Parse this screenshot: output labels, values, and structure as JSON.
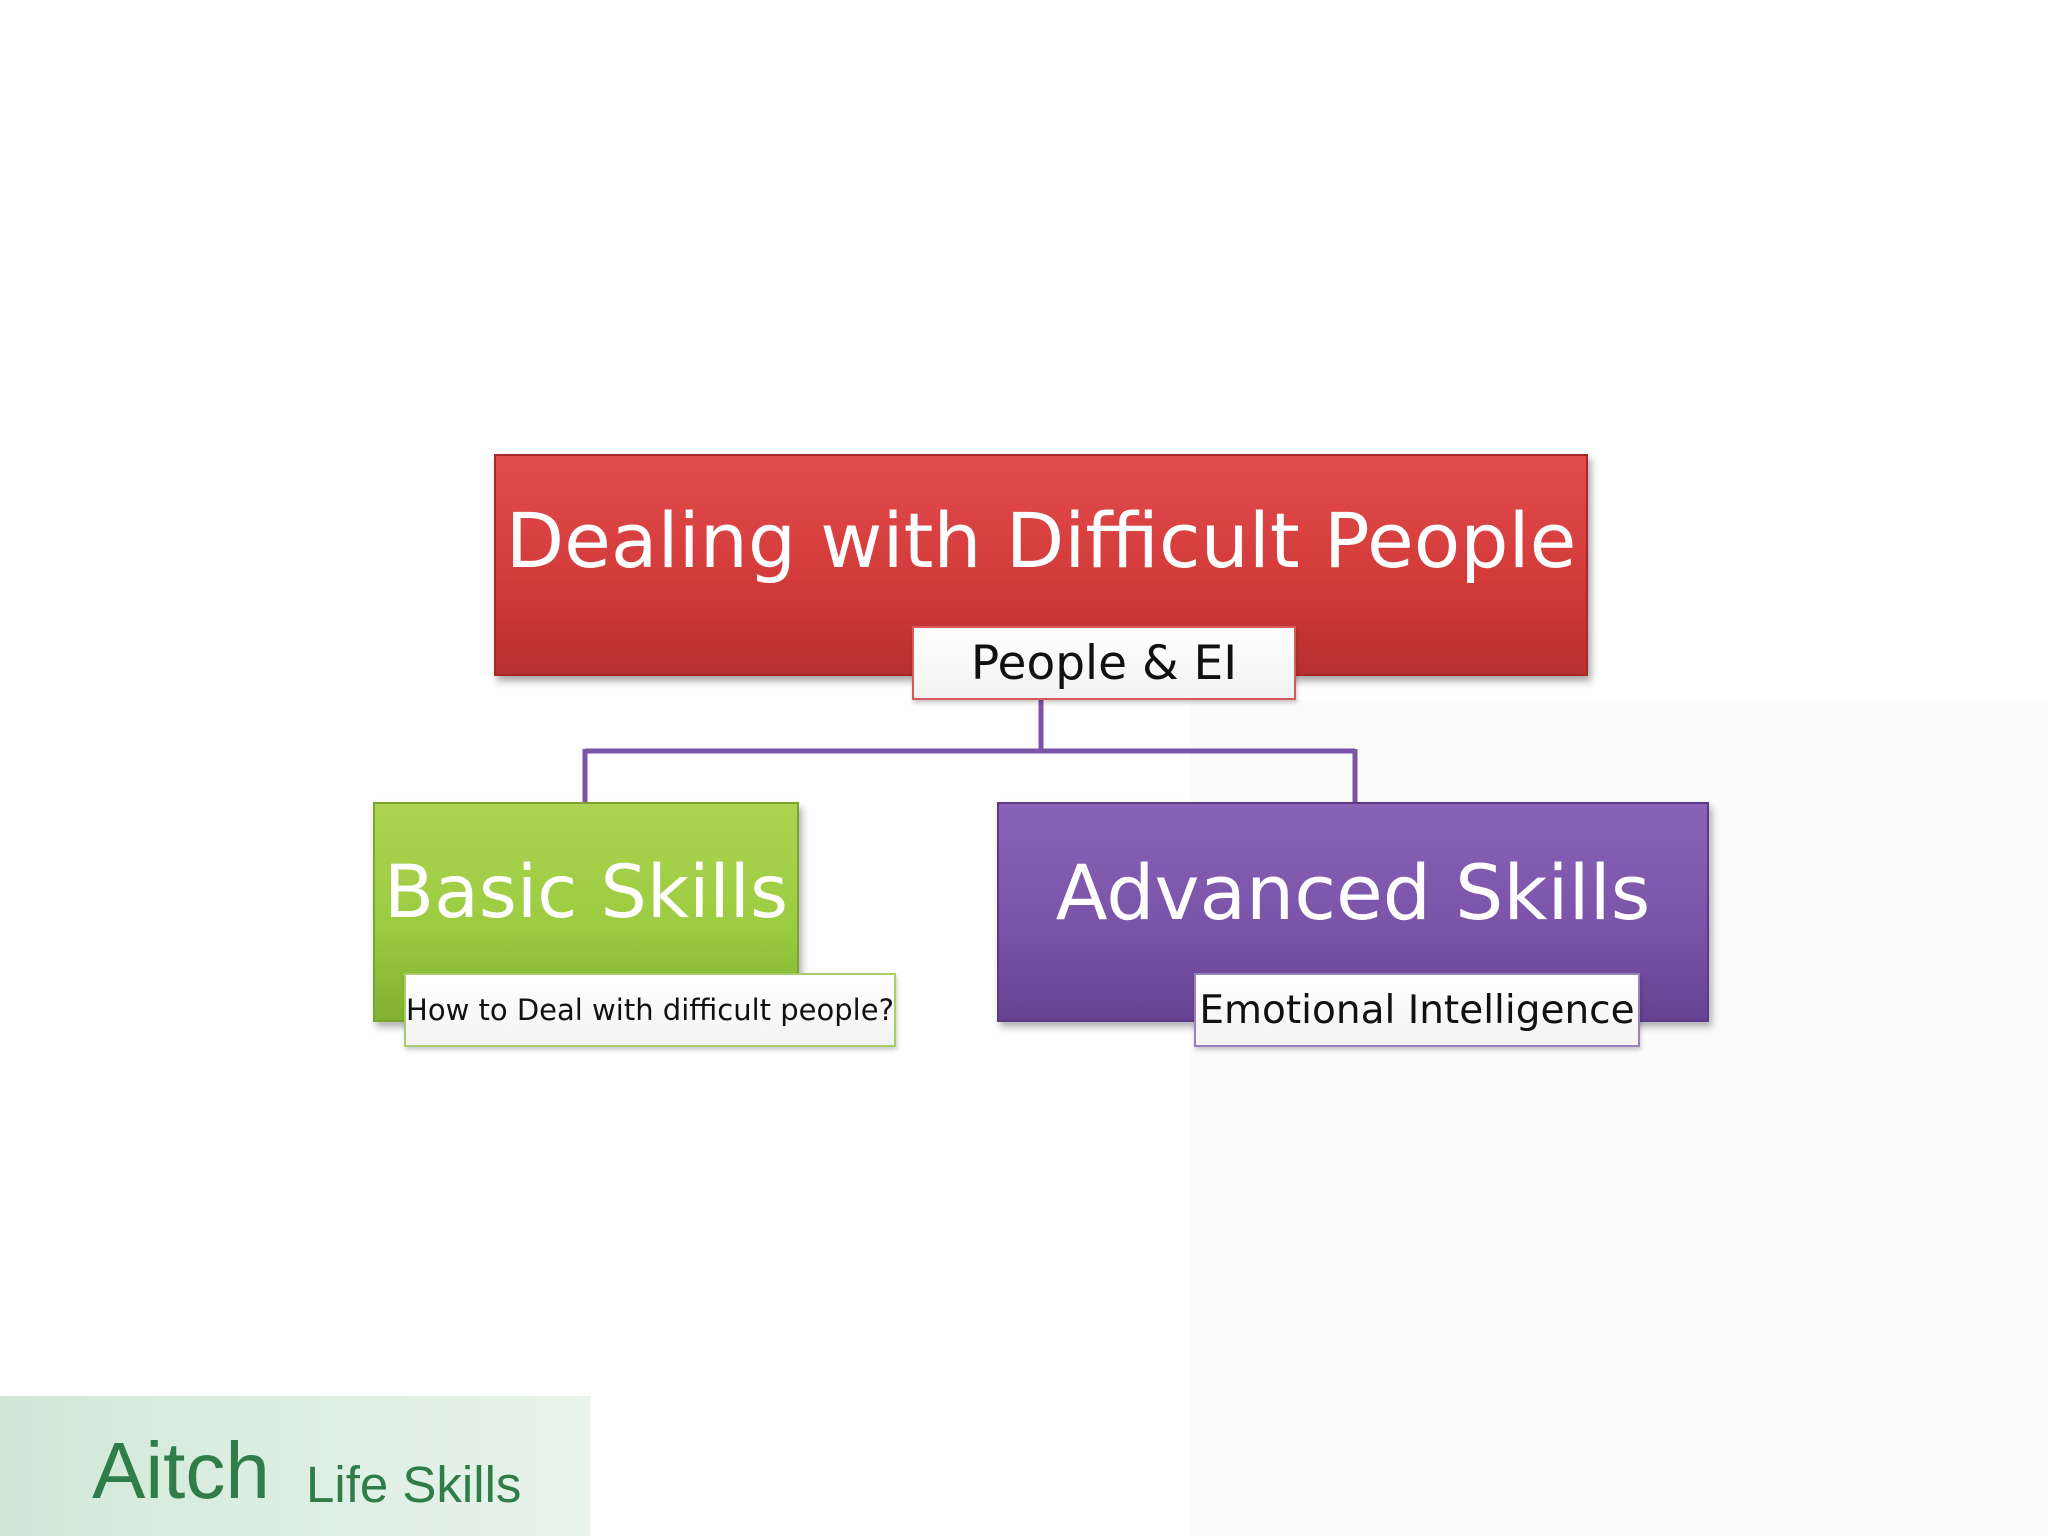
{
  "slide": {
    "diagram": {
      "top": {
        "title": "Dealing with Difficult People",
        "tag": "People & EI",
        "color": "#d43b3b"
      },
      "children": [
        {
          "title": "Basic Skills",
          "tag": "How to Deal with difficult people?",
          "color": "#9ccc41"
        },
        {
          "title": "Advanced Skills",
          "tag": "Emotional Intelligence",
          "color": "#7b54aa"
        }
      ],
      "connector_color": "#7b54aa"
    },
    "logo": {
      "brand": "Aitch",
      "tagline": "Life Skills",
      "color": "#2f7d49"
    }
  }
}
